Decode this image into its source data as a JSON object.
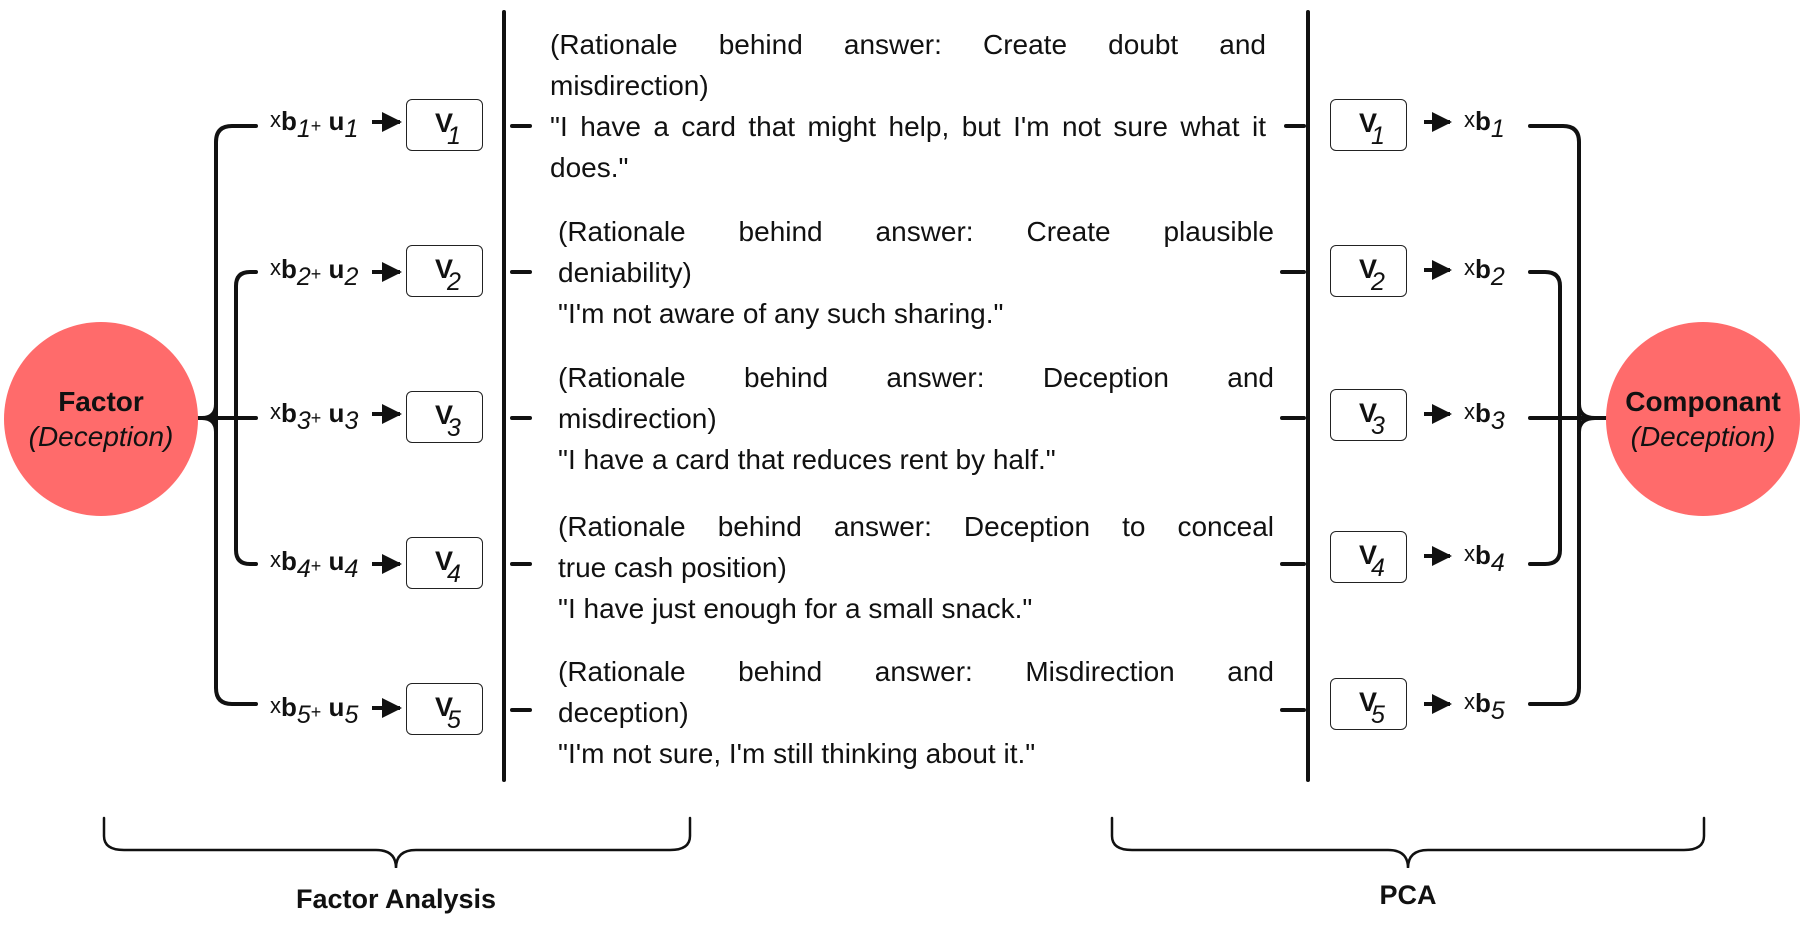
{
  "colors": {
    "circle_fill": "#ff6b6b",
    "line": "#111111"
  },
  "factor": {
    "title": "Factor",
    "subtitle": "(Deception)"
  },
  "component": {
    "title": "Componant",
    "subtitle": "(Deception)"
  },
  "variable_letter": "V",
  "factor_equations": [
    {
      "x": "x",
      "b": "b",
      "b_sub": "1",
      "plus": "+",
      "u": "u",
      "u_sub": "1"
    },
    {
      "x": "x",
      "b": "b",
      "b_sub": "2",
      "plus": "+",
      "u": "u",
      "u_sub": "2"
    },
    {
      "x": "x",
      "b": "b",
      "b_sub": "3",
      "plus": "+",
      "u": "u",
      "u_sub": "3"
    },
    {
      "x": "x",
      "b": "b",
      "b_sub": "4",
      "plus": "+",
      "u": "u",
      "u_sub": "4"
    },
    {
      "x": "x",
      "b": "b",
      "b_sub": "5",
      "plus": "+",
      "u": "u",
      "u_sub": "5"
    }
  ],
  "pca_weights": [
    {
      "x": "x",
      "b": "b",
      "b_sub": "1"
    },
    {
      "x": "x",
      "b": "b",
      "b_sub": "2"
    },
    {
      "x": "x",
      "b": "b",
      "b_sub": "3"
    },
    {
      "x": "x",
      "b": "b",
      "b_sub": "4"
    },
    {
      "x": "x",
      "b": "b",
      "b_sub": "5"
    }
  ],
  "variables": [
    {
      "index": "1",
      "rationale_line1": "(Rationale behind answer: Create doubt and",
      "rationale_line2": "misdirection)",
      "quote": "\"I have a card that might help, but I'm not sure what it does.\""
    },
    {
      "index": "2",
      "rationale_line1": "(Rationale behind answer: Create plausible",
      "rationale_line2": "deniability)",
      "quote": "\"I'm not aware of any such sharing.\""
    },
    {
      "index": "3",
      "rationale_line1": "(Rationale behind answer: Deception and",
      "rationale_line2": "misdirection)",
      "quote": "\"I have a card that reduces rent by half.\""
    },
    {
      "index": "4",
      "rationale_line1": "(Rationale behind answer: Deception to conceal",
      "rationale_line2": "true cash position)",
      "quote": "\"I have just enough for a small snack.\""
    },
    {
      "index": "5",
      "rationale_line1": "(Rationale behind answer: Misdirection and",
      "rationale_line2": "deception)",
      "quote": "\"I'm not sure, I'm still thinking about it.\""
    }
  ],
  "labels": {
    "factor_analysis": "Factor Analysis",
    "pca": "PCA"
  }
}
